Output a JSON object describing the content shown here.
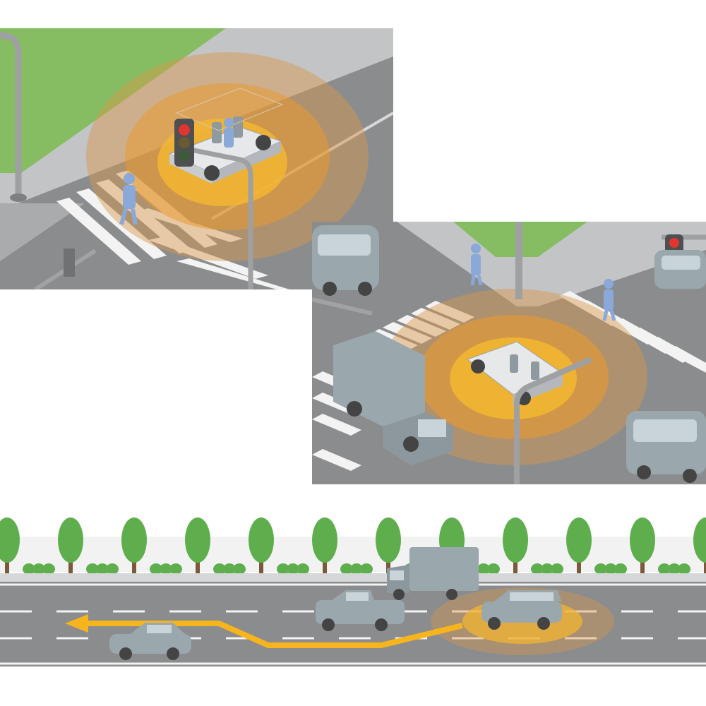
{
  "scenes": [
    {
      "id": "crosswalk-scene"
    },
    {
      "id": "intersection-scene"
    },
    {
      "id": "highway-scene"
    }
  ],
  "colors": {
    "road": "#8a8c8e",
    "road_light": "#a4a6a8",
    "sidewalk": "#c3c4c6",
    "grass": "#86bd62",
    "crosswalk": "#f3f3f3",
    "sensor_outer": "#d9974a",
    "sensor_inner": "#f2b632",
    "route_arrow": "#f7b51d",
    "vehicle": "#9aa7ad",
    "pedestrian": "#8aa8d8",
    "tree": "#5fae4e",
    "trunk": "#7b5a3b"
  },
  "icons": [
    "traffic-light-icon",
    "pedestrian-icon",
    "autonomous-vehicle-icon",
    "truck-icon",
    "car-icon",
    "tree-icon",
    "route-arrow-icon"
  ]
}
